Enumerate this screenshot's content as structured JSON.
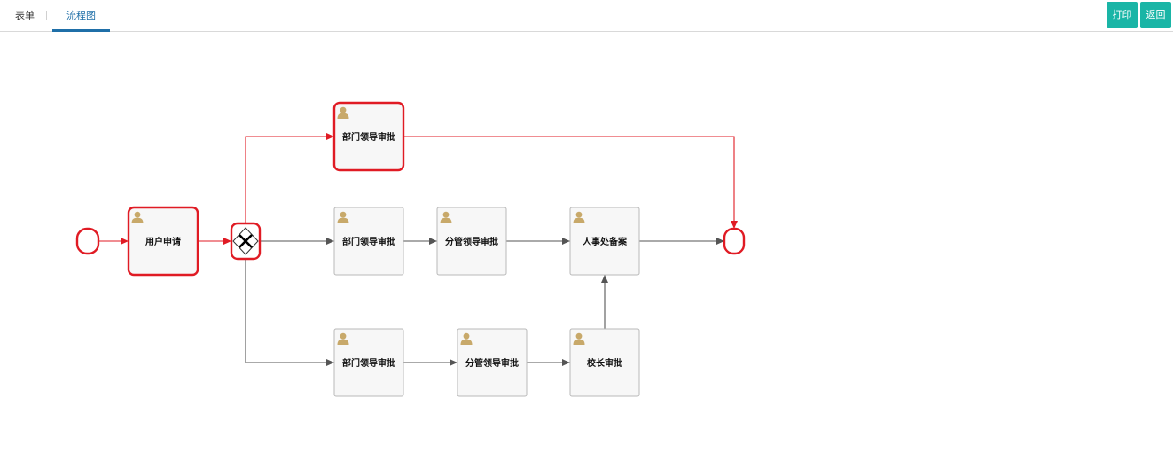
{
  "tabs": {
    "form": "表单",
    "flowchart": "流程图"
  },
  "toolbar": {
    "print_label": "打印",
    "back_label": "返回"
  },
  "colors": {
    "active": "#e01b24",
    "default_edge": "#555555",
    "accent": "#1ab5a6",
    "tab_active": "#1f6fa8",
    "user_icon": "#c8a96a"
  },
  "nodes": [
    {
      "id": "start",
      "type": "start-event",
      "active": true
    },
    {
      "id": "apply",
      "type": "user-task",
      "label": "用户申请",
      "active": true
    },
    {
      "id": "gateway",
      "type": "exclusive-gateway",
      "active": true
    },
    {
      "id": "dept_top",
      "type": "user-task",
      "label": "部门领导审批",
      "active": true
    },
    {
      "id": "dept_mid",
      "type": "user-task",
      "label": "部门领导审批",
      "active": false
    },
    {
      "id": "branch_mid",
      "type": "user-task",
      "label": "分管领导审批",
      "active": false
    },
    {
      "id": "hr",
      "type": "user-task",
      "label": "人事处备案",
      "active": false
    },
    {
      "id": "dept_bot",
      "type": "user-task",
      "label": "部门领导审批",
      "active": false
    },
    {
      "id": "branch_bot",
      "type": "user-task",
      "label": "分管领导审批",
      "active": false
    },
    {
      "id": "president",
      "type": "user-task",
      "label": "校长审批",
      "active": false
    },
    {
      "id": "end",
      "type": "end-event",
      "active": true
    }
  ],
  "edges": [
    {
      "from": "start",
      "to": "apply",
      "active": true
    },
    {
      "from": "apply",
      "to": "gateway",
      "active": true
    },
    {
      "from": "gateway",
      "to": "dept_top",
      "active": true
    },
    {
      "from": "dept_top",
      "to": "end",
      "active": true
    },
    {
      "from": "gateway",
      "to": "dept_mid",
      "active": false
    },
    {
      "from": "dept_mid",
      "to": "branch_mid",
      "active": false
    },
    {
      "from": "branch_mid",
      "to": "hr",
      "active": false
    },
    {
      "from": "hr",
      "to": "end",
      "active": false
    },
    {
      "from": "gateway",
      "to": "dept_bot",
      "active": false
    },
    {
      "from": "dept_bot",
      "to": "branch_bot",
      "active": false
    },
    {
      "from": "branch_bot",
      "to": "president",
      "active": false
    },
    {
      "from": "president",
      "to": "hr",
      "active": false
    }
  ]
}
